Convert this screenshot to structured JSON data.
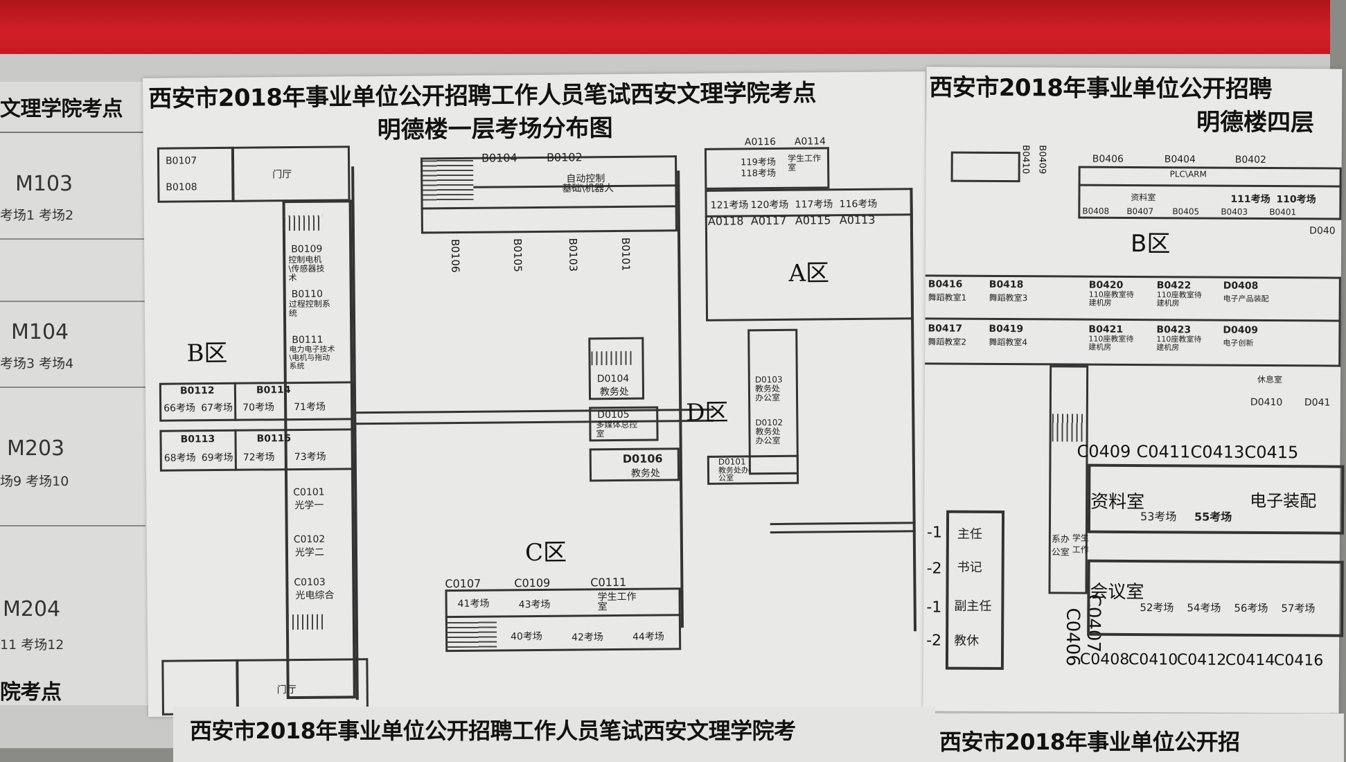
{
  "main": {
    "title_line1": "西安市2018年事业单位公开招聘工作人员笔试西安文理学院考点",
    "title_line2": "明德楼一层考场分布图",
    "zones": {
      "a": "A区",
      "b": "B区",
      "c": "C区",
      "d": "D区"
    },
    "top_rooms": {
      "b0104": "B0104",
      "b0102": "B0102",
      "auto": "自动控制",
      "robot": "基础\\机器人",
      "b0106": "B0106",
      "b0105": "B0105",
      "b0103": "B0103",
      "b0101": "B0101"
    },
    "a_rooms": {
      "a0116": "A0116",
      "a0114": "A0114",
      "r119": "119考场",
      "r118": "118考场",
      "stu": "学生工作室",
      "r121": "121考场",
      "r120": "120考场",
      "r117": "117考场",
      "r116": "116考场",
      "a0118": "A0118",
      "a0117": "A0117",
      "a0115": "A0115",
      "a0113": "A0113"
    },
    "b_rooms": {
      "b0107": "B0107",
      "b0108": "B0108",
      "lobby": "门厅",
      "lobby2": "门厅",
      "b0109": "B0109",
      "b0109d": "控制电机\\传感器技术",
      "b0110": "B0110",
      "b0110d": "过程控制系统",
      "b0111": "B0111",
      "b0111d": "电力电子技术\\电机与拖动系统",
      "b0112": "B0112",
      "b0114": "B0114",
      "r66": "66考场",
      "r67": "67考场",
      "r70": "70考场",
      "r71": "71考场",
      "b0113": "B0113",
      "b0115": "B0115",
      "r68": "68考场",
      "r69": "69考场",
      "r72": "72考场",
      "r73": "73考场",
      "c0101": "C0101",
      "c0101d": "光学一",
      "c0102": "C0102",
      "c0102d": "光学二",
      "c0103": "C0103",
      "c0103d": "光电综合"
    },
    "d_rooms": {
      "d0104": "D0104",
      "d0104d": "教务处",
      "d0105": "D0105",
      "d0105d": "多媒体总控室",
      "d0106": "D0106",
      "d0106d": "教务处",
      "d0103": "D0103",
      "d0103d": "教务处办公室",
      "d0102": "D0102",
      "d0102d": "教务处办公室",
      "d0101": "D0101",
      "d0101d": "教务处办公室"
    },
    "c_rooms": {
      "c0107": "C0107",
      "c0109": "C0109",
      "c0111": "C0111",
      "r41": "41考场",
      "r43": "43考场",
      "stu": "学生工作室",
      "r40": "40考场",
      "r42": "42考场",
      "r44": "44考场"
    }
  },
  "left": {
    "title": "文理学院考点",
    "m103": "M103",
    "m103r": "考场1  考场2",
    "m104": "M104",
    "m104r": "考场3  考场4",
    "m203": "M203",
    "m203r": "场9   考场10",
    "m204": "M204",
    "m204r": "11  考场12",
    "bottom": "院考点"
  },
  "right": {
    "title_line1": "西安市2018年事业单位公开招聘",
    "title_line2": "明德楼四层",
    "zone": "B区",
    "top": {
      "b0406": "B0406",
      "b0404": "B0404",
      "b0402": "B0402",
      "b0410": "B0410",
      "b0409": "B0409",
      "plc": "PLC\\ARM",
      "data": "资料室",
      "r111": "111考场",
      "r110": "110考场",
      "b0408": "B0408",
      "b0407": "B0407",
      "b0405": "B0405",
      "b0403": "B0403",
      "b0401": "B0401",
      "d0400": "D040"
    },
    "mid": {
      "b0416": "B0416",
      "b0416d": "舞蹈教室1",
      "b0418": "B0418",
      "b0418d": "舞蹈教室3",
      "b0420": "B0420",
      "b0420d": "110座教室待建机房",
      "b0422": "B0422",
      "b0422d": "110座教室待建机房",
      "d0408": "D0408",
      "d0408d": "电子产品装配",
      "b0417": "B0417",
      "b0417d": "舞蹈教室2",
      "b0419": "B0419",
      "b0419d": "舞蹈教室4",
      "b0421": "B0421",
      "b0421d": "110座教室待建机房",
      "b0423": "B0423",
      "b0423d": "110座教室待建机房",
      "d0409": "D0409",
      "d0409d": "电子创新",
      "rest": "休息室",
      "d0410": "D0410",
      "d041": "D041"
    },
    "c": {
      "c0409": "C0409",
      "c0411": "C0411",
      "c0413": "C0413",
      "c0415": "C0415",
      "data2": "资料室",
      "r53": "53考场",
      "r55": "55考场",
      "assembly": "电子装配",
      "c0407": "C0407",
      "c0406": "C0406",
      "meeting": "会议室",
      "r52": "52考场",
      "r54": "54考场",
      "r56": "56考场",
      "r57": "57考场",
      "c0408": "C0408",
      "c0410": "C0410",
      "c0412": "C0412",
      "c0414": "C0414",
      "c0416": "C0416",
      "office1": "系办公室",
      "office2": "学生工作"
    },
    "left_col": {
      "dir": "主任",
      "sec": "书记",
      "vice": "副主任",
      "teach": "教休",
      "m1": "-1",
      "m2": "-2",
      "m3": "-1",
      "m4": "-2"
    }
  },
  "bottom": {
    "text1": "西安市2018年事业单位公开招聘工作人员笔试西安文理学院考",
    "text2": "西安市2018年事业单位公开招"
  }
}
